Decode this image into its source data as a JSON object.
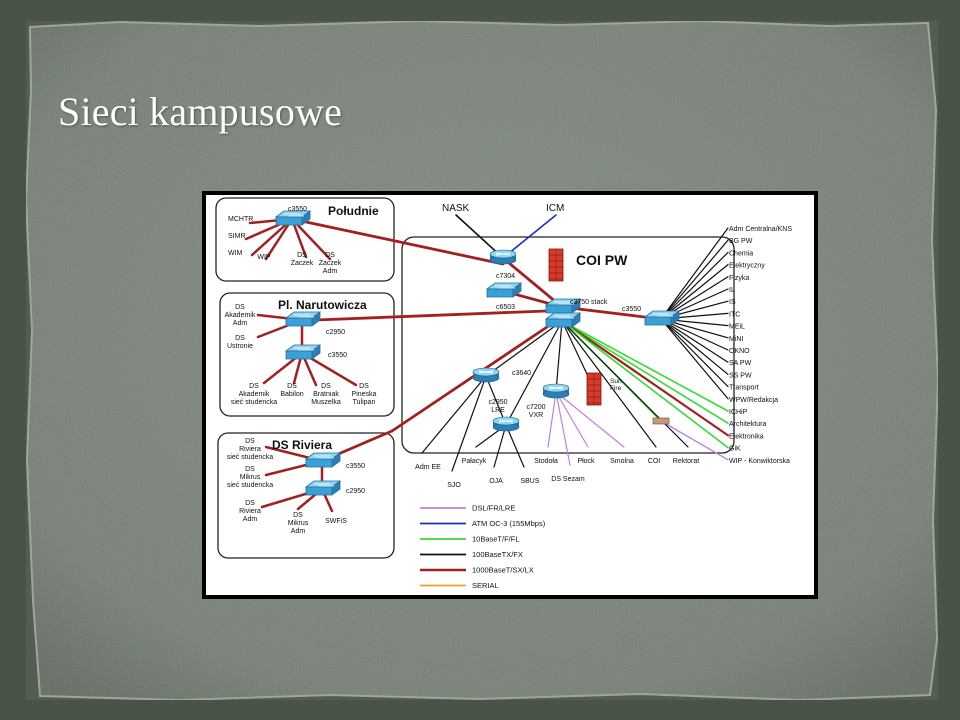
{
  "slide": {
    "title": "Sieci kampusowe",
    "background_color": "#4a5446",
    "panel_color": "#79837a"
  },
  "diagram": {
    "regions": {
      "poludnie": {
        "title": "Południe",
        "switch": "c3550",
        "left_labels": [
          "MCHTR",
          "SIMR",
          "WIM"
        ],
        "bottom_labels": [
          "WIP",
          "DS\nŻaczek",
          "DS\nŻaczek\nAdm"
        ]
      },
      "narutowicza": {
        "title": "Pl. Narutowicza",
        "switch_top": "c2950",
        "switch_bottom": "c3550",
        "left_labels": [
          "DS\nAkademik\nAdm",
          "DS\nUstronie"
        ],
        "bottom_labels": [
          "DS\nAkademik\nsieć studencka",
          "DS\nBabilon",
          "DS\nBratniak\nMuszelka",
          "DS\nPineska\nTulipan"
        ]
      },
      "riviera": {
        "title": "DS Riviera",
        "switch_top": "c3550",
        "switch_bottom": "c2950",
        "left_labels": [
          "DS\nRiviera\nsieć studencka",
          "DS\nMikrus\nsieć studencka"
        ],
        "bottom_labels": [
          "DS\nRiviera\nAdm",
          "DS\nMikrus\nAdm",
          "SWFiS"
        ]
      }
    },
    "core": {
      "title": "COI PW",
      "external": [
        "NASK",
        "ICM"
      ],
      "router_top": "c7304",
      "switch_mid": "c6503",
      "stack": "c3750 stack",
      "switch_right": "c3550",
      "router_3640": "c3640",
      "switch_lre": "c2950\nLRE",
      "router_7200": "c7200\nVXR",
      "firewall": "Sun\nFire"
    },
    "right_list": [
      "Adm Centralna/KNS",
      "BG PW",
      "Chemia",
      "Elektryczny",
      "Fizyka",
      "IL",
      "IS",
      "ITC",
      "MEiL",
      "MiNI",
      "OKNO",
      "SA PW",
      "SS PW",
      "Transport",
      "WPW/Redakcja",
      "ICHiP",
      "Architektura",
      "Elektronika",
      "GiK",
      "WIP - Konwiktorska"
    ],
    "bottom_list": [
      "Adm EE",
      "SJO",
      "Pałacyk",
      "OJA",
      "SBUS",
      "Stodoła",
      "DS Sezam",
      "Płock",
      "Smolna",
      "COI",
      "Rektorat"
    ],
    "legend": [
      {
        "label": "DSL/FR/LRE",
        "color": "#c080e0"
      },
      {
        "label": "ATM OC-3 (155Mbps)",
        "color": "#1f2cc8"
      },
      {
        "label": "10BaseT/F/FL",
        "color": "#33dd33"
      },
      {
        "label": "100BaseTX/FX",
        "color": "#111111"
      },
      {
        "label": "1000BaseT/SX/LX",
        "color": "#a32020"
      },
      {
        "label": "SERIAL",
        "color": "#f0a020"
      }
    ]
  }
}
